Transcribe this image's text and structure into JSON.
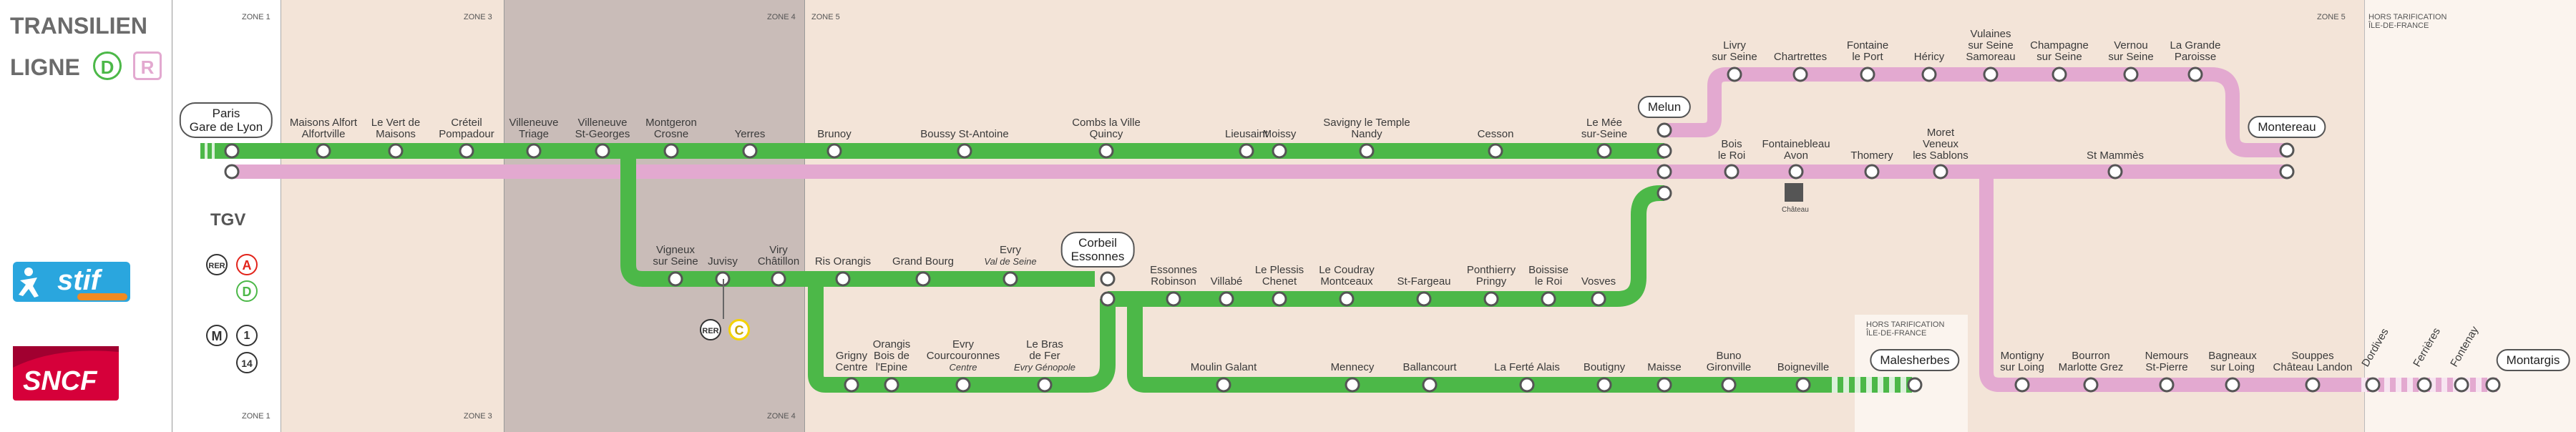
{
  "header": {
    "network": "TRANSILIEN",
    "line_word": "LIGNE",
    "line_letter_green": "D",
    "line_letter_pink": "R"
  },
  "legend": {
    "tgv": "TGV",
    "rer": "RER",
    "rer_a": "A",
    "rer_d": "D",
    "metro": "M",
    "metro_1": "1",
    "metro_14": "14",
    "rer_c_letter": "C",
    "stif_logo": "stif",
    "sncf_logo": "SNCF"
  },
  "zones": {
    "z1_top": "ZONE 1",
    "z1_bottom": "ZONE 1",
    "z3_top": "ZONE 3",
    "z3_bottom": "ZONE 3",
    "z4_top": "ZONE 4",
    "z4_bottom": "ZONE 4",
    "z5_top": "ZONE 5",
    "z5_right": "ZONE 5",
    "hors_top": "HORS TARIFICATION\nÎLE-DE-FRANCE",
    "hors_mid": "HORS TARIFICATION\nÎLE-DE-FRANCE"
  },
  "terminals": {
    "paris": "Paris\nGare de Lyon",
    "melun": "Melun",
    "corbeil": "Corbeil\nEssonnes",
    "montereau": "Montereau",
    "malesherbes": "Malesherbes",
    "montargis": "Montargis"
  },
  "stations_main": [
    {
      "name": "Maisons Alfort\nAlfortville"
    },
    {
      "name": "Le Vert de\nMaisons"
    },
    {
      "name": "Créteil\nPompadour"
    },
    {
      "name": "Villeneuve\nTriage"
    },
    {
      "name": "Villeneuve\nSt-Georges"
    },
    {
      "name": "Montgeron\nCrosne"
    },
    {
      "name": "Yerres"
    },
    {
      "name": "Brunoy"
    },
    {
      "name": "Boussy St-Antoine"
    },
    {
      "name": "Combs la Ville\nQuincy"
    },
    {
      "name": "Lieusaint"
    },
    {
      "name": "Moissy"
    },
    {
      "name": "Savigny le Temple\nNandy"
    },
    {
      "name": "Cesson"
    },
    {
      "name": "Le Mée\nsur-Seine"
    }
  ],
  "stations_montereau_top": [
    {
      "name": "Livry\nsur Seine"
    },
    {
      "name": "Chartrettes"
    },
    {
      "name": "Fontaine\nle Port"
    },
    {
      "name": "Héricy"
    },
    {
      "name": "Vulaines\nsur Seine\nSamoreau"
    },
    {
      "name": "Champagne\nsur Seine"
    },
    {
      "name": "Vernou\nsur Seine"
    },
    {
      "name": "La Grande\nParoisse"
    }
  ],
  "stations_pink_mid": [
    {
      "name": "Bois\nle Roi"
    },
    {
      "name": "Fontainebleau\nAvon"
    },
    {
      "name": "Thomery"
    },
    {
      "name": "Moret\nVeneux\nles Sablons"
    },
    {
      "name": "St Mammès"
    }
  ],
  "chateau_label": "Château",
  "stations_vigneux": [
    {
      "name": "Vigneux\nsur Seine"
    },
    {
      "name": "Juvisy"
    },
    {
      "name": "Viry\nChâtillon"
    },
    {
      "name": "Ris Orangis"
    },
    {
      "name": "Grand Bourg"
    },
    {
      "name": "Evry",
      "sub": "Val de Seine"
    }
  ],
  "stations_corbeil_melun": [
    {
      "name": "Essonnes\nRobinson"
    },
    {
      "name": "Villabé"
    },
    {
      "name": "Le Plessis\nChenet"
    },
    {
      "name": "Le Coudray\nMontceaux"
    },
    {
      "name": "St-Fargeau"
    },
    {
      "name": "Ponthierry\nPringy"
    },
    {
      "name": "Boissise\nle Roi"
    },
    {
      "name": "Vosves"
    }
  ],
  "stations_evry_loop": [
    {
      "name": "Grigny\nCentre"
    },
    {
      "name": "Orangis\nBois de\nl'Epine"
    },
    {
      "name": "Evry\nCourcouronnes",
      "sub": "Centre"
    },
    {
      "name": "Le Bras\nde Fer",
      "sub": "Evry Génopole"
    }
  ],
  "stations_malesherbes": [
    {
      "name": "Moulin Galant"
    },
    {
      "name": "Mennecy"
    },
    {
      "name": "Ballancourt"
    },
    {
      "name": "La Ferté Alais"
    },
    {
      "name": "Boutigny"
    },
    {
      "name": "Maisse"
    },
    {
      "name": "Buno\nGironville"
    },
    {
      "name": "Boigneville"
    }
  ],
  "stations_montargis": [
    {
      "name": "Montigny\nsur Loing"
    },
    {
      "name": "Bourron\nMarlotte Grez"
    },
    {
      "name": "Nemours\nSt-Pierre"
    },
    {
      "name": "Bagneaux\nsur Loing"
    },
    {
      "name": "Souppes\nChâteau Landon"
    },
    {
      "name": "Dordives"
    },
    {
      "name": "Ferrières"
    },
    {
      "name": "Fontenay"
    }
  ],
  "colors": {
    "green": "#4cb848",
    "pink": "#e3a9d0",
    "zone1_bg": "#ffffff",
    "zone3_bg": "#f3e4d8",
    "zone4_bg": "#c9bcb8",
    "zone5_bg": "#f3e4d8",
    "hors_bg": "#fbf4ee",
    "stif_blue": "#2aa6de",
    "stif_orange": "#f08a21",
    "sncf_red": "#d6003a"
  }
}
